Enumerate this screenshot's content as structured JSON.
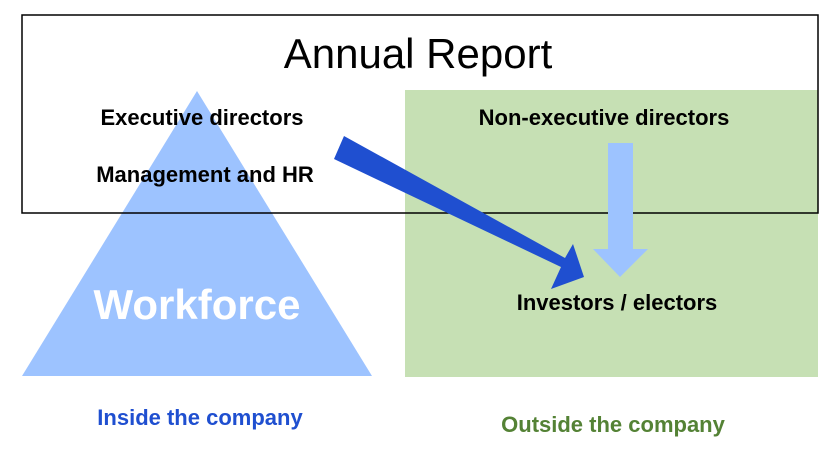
{
  "title": "Annual Report",
  "inside_roles": {
    "executive": "Executive directors",
    "management": "Management and HR"
  },
  "workforce": "Workforce",
  "outside_roles": {
    "non_executive": "Non-executive directors",
    "investors": "Investors / electors"
  },
  "footer": {
    "inside": "Inside the company",
    "outside": "Outside the company"
  },
  "colors": {
    "triangle": "#9dc3ff",
    "outside_box": "#c6e0b4",
    "big_arrow": "#1f4fd0",
    "small_arrow": "#9dc3ff",
    "inside_text": "#1f4fd0",
    "outside_text": "#548235",
    "frame": "#000000"
  }
}
